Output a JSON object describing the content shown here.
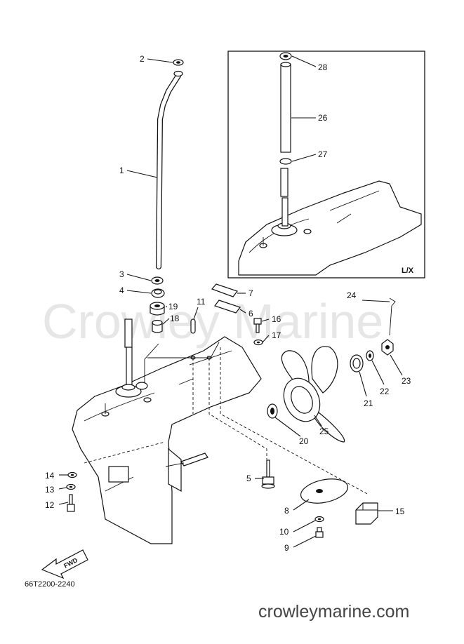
{
  "diagram": {
    "watermark": "Crowley Marine",
    "inset_label": "L/X",
    "part_code": "66T2200-2240",
    "footer_url": "crowleymarine.com",
    "fwd_label": "FWD",
    "callouts": [
      "1",
      "2",
      "3",
      "4",
      "5",
      "6",
      "7",
      "8",
      "9",
      "10",
      "11",
      "12",
      "13",
      "14",
      "15",
      "16",
      "17",
      "18",
      "19",
      "20",
      "21",
      "22",
      "23",
      "24",
      "25",
      "26",
      "27",
      "28"
    ]
  }
}
